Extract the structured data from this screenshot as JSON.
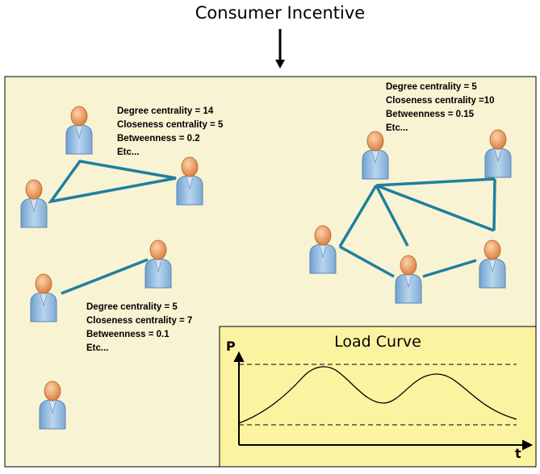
{
  "title": "Consumer Incentive",
  "colors": {
    "panel_bg": "#f8f3d3",
    "load_curve_bg": "#fbf3a0",
    "edge": "#1f7f9e",
    "person_body": "#9ec3e3",
    "person_head": "#f0a06a"
  },
  "icons": {
    "person": "person-icon",
    "arrow": "arrow-down-icon"
  },
  "networks": {
    "triangle": {
      "degree": "Degree centrality = 14",
      "closeness": "Closeness centrality = 5",
      "betweenness": "Betweenness = 0.2",
      "etc": "Etc..."
    },
    "pair": {
      "degree": "Degree centrality = 5",
      "closeness": "Closeness centrality = 7",
      "betweenness": "Betweenness = 0.1",
      "etc": "Etc..."
    },
    "star": {
      "degree": "Degree centrality = 5",
      "closeness": "Closeness centrality =10",
      "betweenness": "Betweenness = 0.15",
      "etc": "Etc..."
    }
  },
  "load_curve": {
    "title": "Load Curve",
    "y_label": "P",
    "x_label": "t"
  }
}
